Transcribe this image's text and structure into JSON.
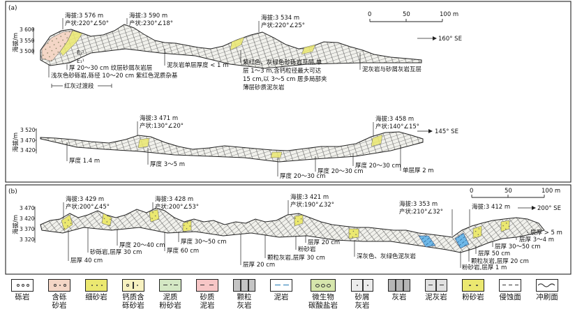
{
  "colors": {
    "frame": "#222222",
    "limestone_fill": "#f2f2ed",
    "siltstone": "#ebe870",
    "conglomerate_sandstone": "#f4d6c6",
    "sandy_mudstone": "#f7c6c6",
    "argillaceous_siltstone": "#d4e8c4",
    "calcareous_conglomerate": "#f7f1c0",
    "microbial": "#d6e6ac",
    "mudstone": "#ffffff",
    "granular": "#c4c4c4",
    "limestone_grey": "#b6b6b6",
    "marl": "#e0e0e0",
    "debris": "#ececec",
    "blue_mudstone": "#6fb8e8"
  },
  "panel_a": {
    "label": "(a)",
    "ylabel": "海拔/m",
    "scale": {
      "start": "0",
      "mid": "50",
      "end": "100 m"
    },
    "upper": {
      "yticks": [
        "3 600",
        "3 550",
        "3 500"
      ],
      "direction": "160° SE",
      "summits": [
        {
          "alt": "海拔:3 576 m",
          "att": "产状:220°∠50°"
        },
        {
          "alt": "海拔:3 590 m",
          "att": "产状:230°∠18°"
        },
        {
          "alt": "海拔:3 534 m",
          "att": "产状:220°∠25°"
        }
      ],
      "unit_e2": "E₁²",
      "unit_e1": "E₁¹",
      "notes": {
        "thin_layer": "厚 20～30 cm 纹层砂屑灰岩层",
        "basal": "浅灰色砂砾岩,砾径 10～20 cm 紫红色泥质杂基",
        "single_layer": "泥灰岩单层厚度 < 1 m",
        "interbed_1": "紫红色、灰绿色砂砾岩互层,单",
        "interbed_2": "层 1～3 m,含钙粒径最大可达",
        "interbed_3": "15 cm,以 3～5 cm 居多局部夹",
        "interbed_4": "薄层砂质泥灰岩",
        "marl_interbed": "泥灰岩与砂屑灰岩互层",
        "transition": "红灰过渡段"
      }
    },
    "lower": {
      "yticks": [
        "3 520",
        "3 470",
        "3 420"
      ],
      "direction": "145° SE",
      "summits": [
        {
          "alt": "海拔:3 471 m",
          "att": "产状:130°∠20°"
        },
        {
          "alt": "海拔:3 458 m",
          "att": "产状:140°∠15°"
        }
      ],
      "notes": {
        "t14": "厚度 1.4 m",
        "t35": "厚度 3～5 m",
        "t2030a": "厚度 20～30 cm",
        "t2030b": "厚度 20～30 cm",
        "t2030c": "厚度 20～30 cm",
        "t2m": "单层厚 2 m"
      }
    }
  },
  "panel_b": {
    "label": "(b)",
    "ylabel": "海拔/m",
    "yticks": [
      "3 470",
      "3 420",
      "3 370",
      "3 320"
    ],
    "scale": {
      "start": "0",
      "mid": "50",
      "end": "100 m"
    },
    "direction": "200° SE",
    "summits": [
      {
        "alt": "海拔:3 429 m",
        "att": "产状:200°∠45°"
      },
      {
        "alt": "海拔:3 428 m",
        "att": "产状:200°∠53°"
      },
      {
        "alt": "海拔:3 421 m",
        "att": "产状:190°∠32°"
      },
      {
        "alt": "海拔:3 353 m",
        "att": "产状:210°∠32°"
      },
      {
        "alt": "海拔:3 412 m",
        "att": ""
      }
    ],
    "notes": {
      "b40": "层厚 40 cm",
      "conglomerate30": "砂砾岩,层厚 30 cm",
      "t2040": "厚度 20～40 cm",
      "t60": "厚度 60 cm",
      "t3050": "厚度 30～50 cm",
      "b20a": "层厚 20 cm",
      "granular30": "颗粒灰岩,层厚 30 cm",
      "siltstone": "粉砂岩",
      "b20b": "层厚 20 cm",
      "marl_dark": "深灰色、灰绿色泥灰岩",
      "b5m": "层厚 > 5 m",
      "b34": "层厚 3～4 m",
      "b3050": "层厚 30～50 cm",
      "b50": "层厚 50 cm",
      "granular20": "颗粒灰岩,层厚 20 cm",
      "silt1m": "粉砂岩,层厚 1 m"
    }
  },
  "legend": [
    {
      "label": "砾岩",
      "icon": "conglomerate-icon"
    },
    {
      "label": "含砾\n砂岩",
      "icon": "pebbly-sandstone-icon"
    },
    {
      "label": "细砂岩",
      "icon": "fine-sandstone-icon"
    },
    {
      "label": "钙质含\n砾砂岩",
      "icon": "calcareous-pebbly-sandstone-icon"
    },
    {
      "label": "泥质\n粉砂岩",
      "icon": "argillaceous-siltstone-icon"
    },
    {
      "label": "砂质\n泥岩",
      "icon": "sandy-mudstone-icon"
    },
    {
      "label": "颗粒\n灰岩",
      "icon": "granular-limestone-icon"
    },
    {
      "label": "泥岩",
      "icon": "mudstone-icon"
    },
    {
      "label": "微生物\n碳酸盐岩",
      "icon": "microbial-carbonate-icon"
    },
    {
      "label": "砂屑\n灰岩",
      "icon": "calcarenite-icon"
    },
    {
      "label": "灰岩",
      "icon": "limestone-icon"
    },
    {
      "label": "泥灰岩",
      "icon": "marl-icon"
    },
    {
      "label": "粉砂岩",
      "icon": "siltstone-icon"
    },
    {
      "label": "侵蚀面",
      "icon": "erosion-surface-icon"
    },
    {
      "label": "冲刷面",
      "icon": "scour-surface-icon"
    }
  ]
}
